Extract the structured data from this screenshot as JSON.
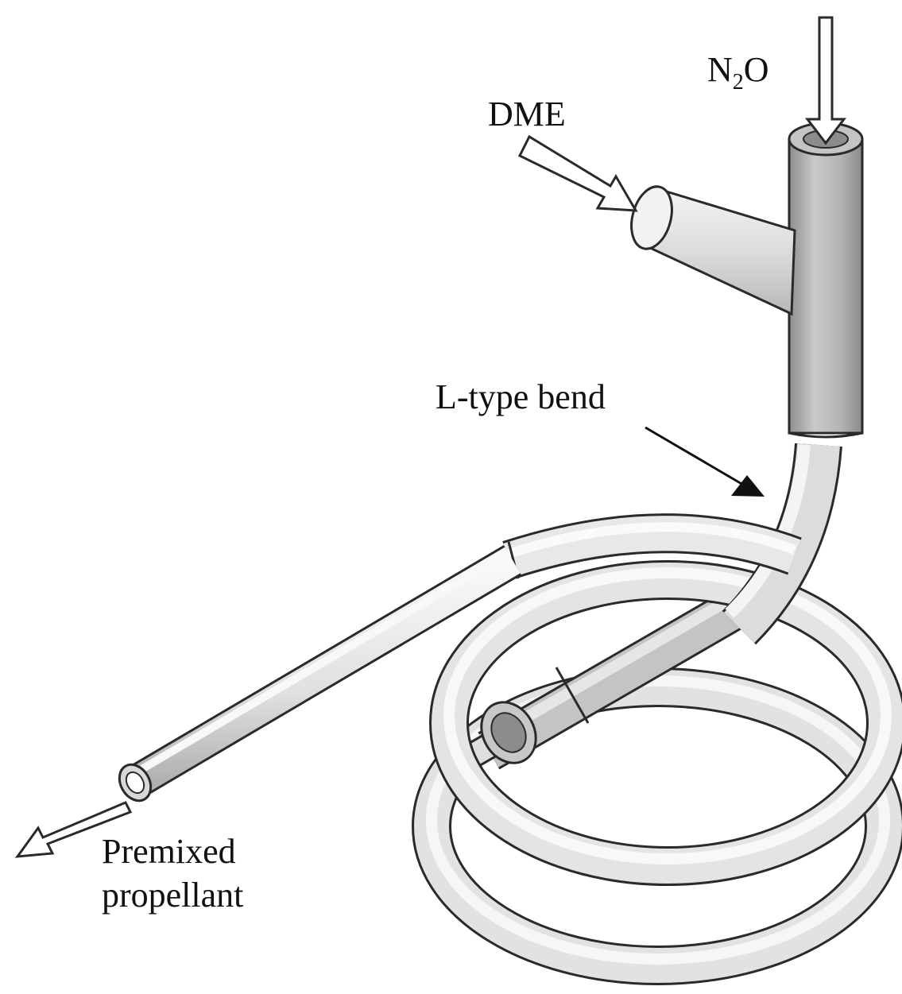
{
  "labels": {
    "n2o_main": "N",
    "n2o_sub": "2",
    "n2o_tail": "O",
    "dme": "DME",
    "bend": "L-type bend",
    "outlet_line1": "Premixed",
    "outlet_line2": "propellant"
  },
  "colors": {
    "tube_fill": "#d2d2d2",
    "tube_dark": "#9a9a9a",
    "tube_light": "#f2f2f2",
    "outline": "#2a2a2a",
    "bore": "#8c8c8c",
    "arrow_fill": "#ffffff",
    "text": "#111111"
  }
}
